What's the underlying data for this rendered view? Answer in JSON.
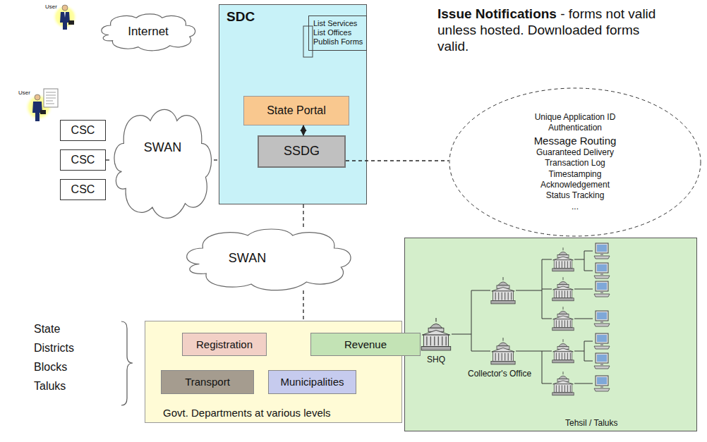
{
  "diagram": {
    "nodes": [
      {
        "text": [
          "Internet"
        ]
      },
      {
        "text": [
          "CSC"
        ]
      },
      {
        "text": [
          "CSC"
        ]
      },
      {
        "text": [
          "CSC"
        ]
      },
      {
        "text": [
          "SWAN"
        ]
      },
      {
        "text": [
          "SDC"
        ]
      },
      {
        "text": [
          "List Services",
          "List Offices",
          "Publish Forms"
        ],
        "in": 5
      },
      {
        "text": [
          "State Portal"
        ],
        "in": 5
      },
      {
        "text": [
          "SSDG"
        ],
        "in": 5
      },
      {
        "text": [
          "Unique Application ID",
          "Authentication",
          "Message Routing",
          "Guaranteed Delivery",
          "Transaction Log",
          "Timestamping",
          "Acknowledgement",
          "Status Tracking",
          "..."
        ]
      },
      {
        "text": [
          "SWAN"
        ]
      },
      {
        "text": [
          "Govt. Departments at various levels"
        ]
      },
      {
        "text": [
          "Registration"
        ],
        "in": 11
      },
      {
        "text": [
          "Revenue"
        ],
        "in": 11
      },
      {
        "text": [
          "Transport"
        ],
        "in": 11
      },
      {
        "text": [
          "Municipalities"
        ],
        "in": 11
      },
      {
        "text": [
          "SHQ",
          "Collector's Office",
          "Tehsil / Taluks"
        ]
      }
    ],
    "edges": [
      {
        "from": 2,
        "to": 4,
        "arrow": "none"
      },
      {
        "from": 4,
        "to": 5,
        "arrow": "none"
      },
      {
        "from": 7,
        "to": 8,
        "arrow": "both"
      },
      {
        "from": 8,
        "to": 9,
        "arrow": "none"
      },
      {
        "from": 5,
        "to": 10,
        "arrow": "none"
      },
      {
        "from": 10,
        "to": 11,
        "arrow": "none"
      }
    ],
    "labels": [
      "User",
      "User",
      "Issue Notifications",
      "- forms not valid unless hosted. Downloaded forms valid.",
      "State",
      "Districts",
      "Blocks",
      "Taluks"
    ]
  }
}
